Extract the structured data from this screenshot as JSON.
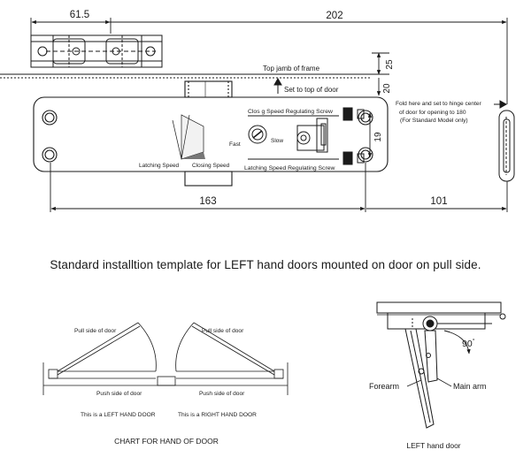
{
  "dimensions": {
    "d_202": "202",
    "d_61_5": "61.5",
    "d_25": "25",
    "d_20": "20",
    "d_19": "19",
    "d_163": "163",
    "d_101": "101"
  },
  "labels": {
    "top_jamb": "Top jamb of frame",
    "set_top_door": "Set to top of door",
    "closing_speed_screw": "Clos g Speed Regulating Screw",
    "latching_speed_screw": "Latching Speed Regulating Screw",
    "fast": "Fast",
    "slow": "Slow",
    "latching_speed": "Latching Speed",
    "closing_speed": "Closing Speed",
    "fold_line1": "Fold here and set to hinge center",
    "fold_line2": "of door for opening to 180",
    "fold_line3": "(For Standard Model only)"
  },
  "caption": "Standard installtion template for LEFT hand doors mounted on door on pull side.",
  "chart_hand": {
    "pull_left": "Pull side of door",
    "pull_right": "Pull side of door",
    "push_left": "Push side of door",
    "push_right": "Push side of door",
    "left_hand": "This is a LEFT HAND DOOR",
    "right_hand": "This is a RIGHT HAND DOOR",
    "title": "CHART FOR HAND OF DOOR"
  },
  "arm": {
    "angle": "90",
    "forearm": "Forearm",
    "main_arm": "Main arm",
    "title": "LEFT hand door"
  }
}
